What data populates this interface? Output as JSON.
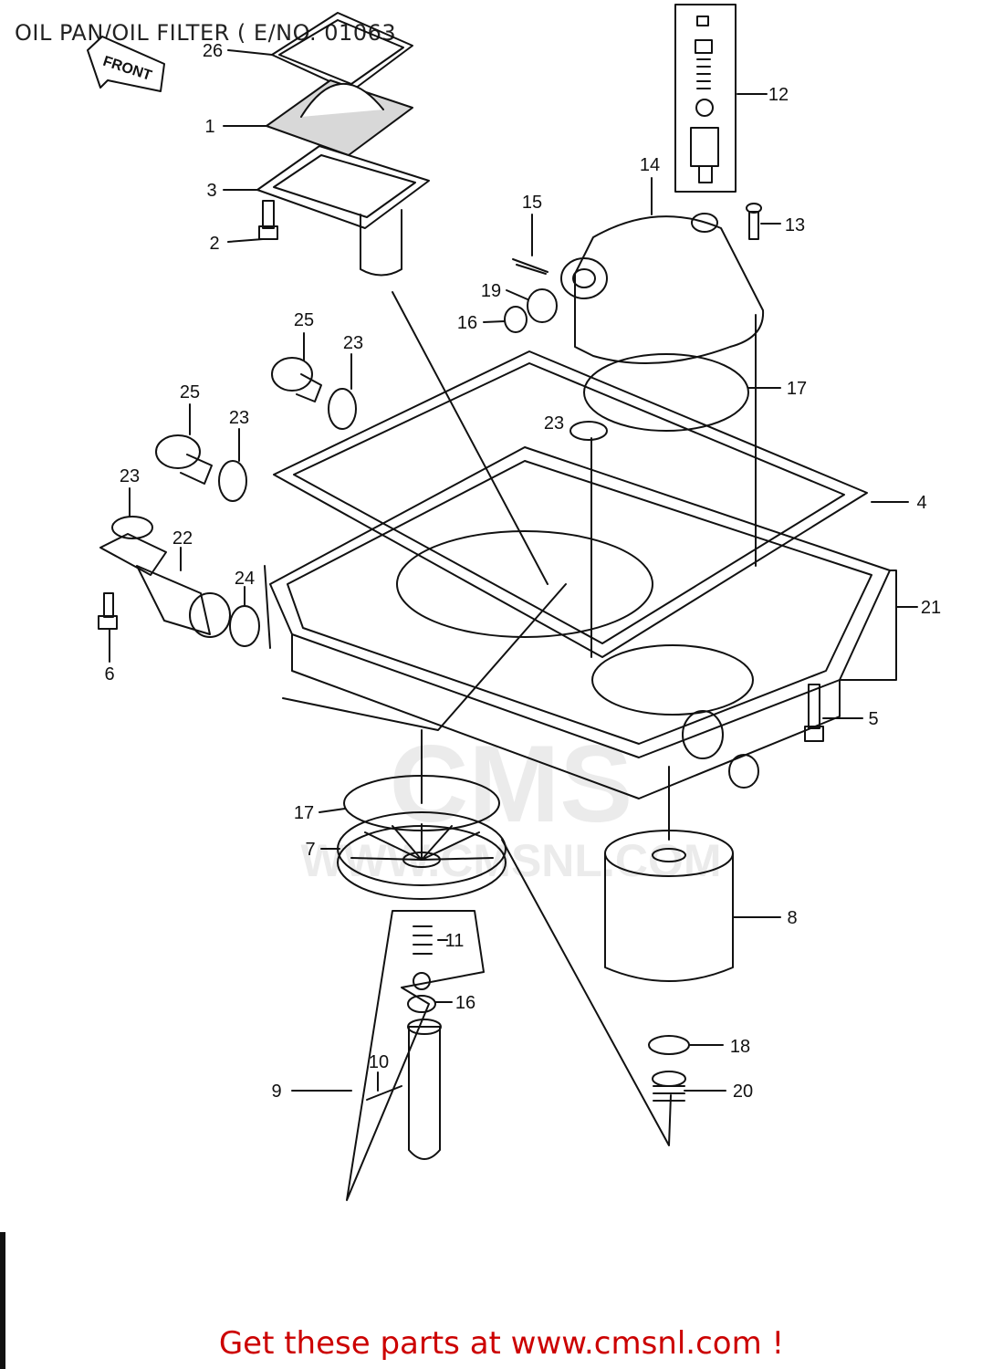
{
  "page": {
    "title": "OIL PAN/OIL FILTER ( E/NO. 01063"
  },
  "diagram": {
    "front_label": "FRONT",
    "watermark_text": "CMS",
    "watermark_url": "WWW.CMSNL.COM",
    "callouts": [
      "26",
      "1",
      "3",
      "2",
      "15",
      "14",
      "12",
      "13",
      "19",
      "16",
      "25",
      "23",
      "17",
      "25",
      "23",
      "23",
      "4",
      "23",
      "22",
      "24",
      "21",
      "6",
      "5",
      "17",
      "7",
      "8",
      "11",
      "16",
      "18",
      "10",
      "9",
      "20"
    ]
  },
  "footer": {
    "text": "Get these parts at www.cmsnl.com !"
  },
  "colors": {
    "line": "#111111",
    "footer": "#cc0000",
    "watermark": "#dddddd"
  }
}
